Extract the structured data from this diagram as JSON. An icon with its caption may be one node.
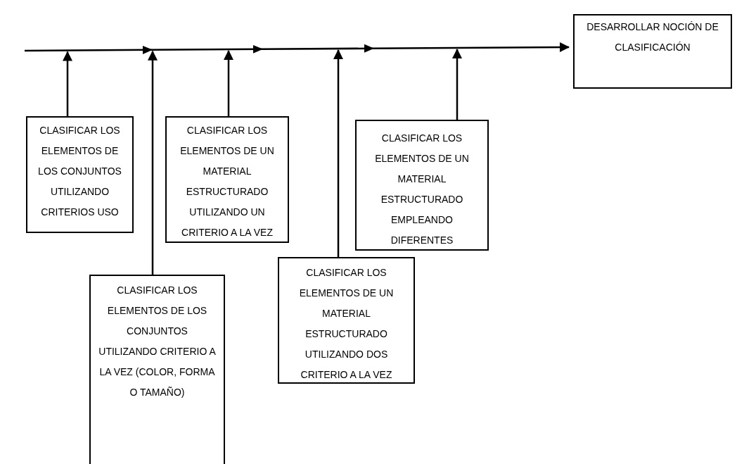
{
  "diagram": {
    "nodes": [
      {
        "text": [
          "CLASIFICAR LOS ELEMENTOS DE LOS CONJUNTOS UTILIZANDO CRITERIOS USO"
        ]
      },
      {
        "text": [
          "CLASIFICAR LOS ELEMENTOS DE LOS CONJUNTOS UTILIZANDO CRITERIO A LA VEZ (COLOR, FORMA O TAMAÑO)"
        ]
      },
      {
        "text": [
          "CLASIFICAR LOS ELEMENTOS DE UN MATERIAL ESTRUCTURADO UTILIZANDO UN CRITERIO A LA VEZ"
        ]
      },
      {
        "text": [
          "CLASIFICAR LOS ELEMENTOS DE UN MATERIAL ESTRUCTURADO UTILIZANDO DOS CRITERIO A LA VEZ"
        ]
      },
      {
        "text": [
          "CLASIFICAR LOS ELEMENTOS DE UN MATERIAL ESTRUCTURADO EMPLEANDO DIFERENTES"
        ]
      },
      {
        "text": [
          "DESARROLLAR NOCIÓN DE CLASIFICACIÓN"
        ]
      }
    ],
    "edges": [
      {
        "from": null,
        "to": 5,
        "arrow": "to"
      },
      {
        "from": 0,
        "to": null,
        "arrow": "to"
      },
      {
        "from": 1,
        "to": null,
        "arrow": "to"
      },
      {
        "from": 2,
        "to": null,
        "arrow": "to"
      },
      {
        "from": 3,
        "to": null,
        "arrow": "to"
      },
      {
        "from": 4,
        "to": null,
        "arrow": "to"
      }
    ]
  }
}
